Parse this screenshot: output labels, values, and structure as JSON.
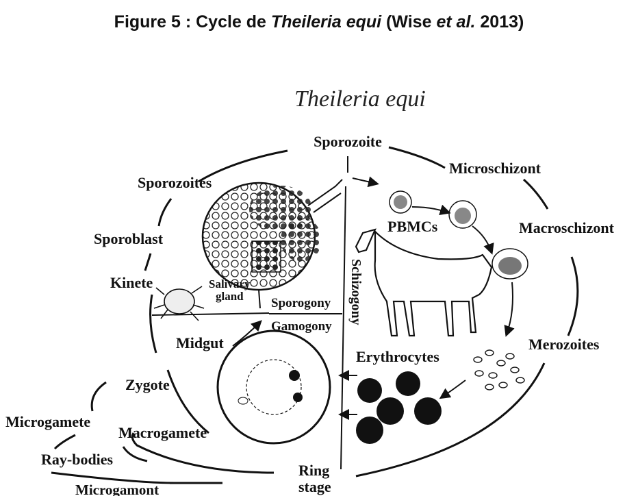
{
  "caption": {
    "prefix": "Figure 5 : Cycle de ",
    "species": "Theileria equi",
    "authors": " (Wise ",
    "etal": "et al.",
    "year": " 2013)"
  },
  "diagram": {
    "title": "Theileria equi",
    "labels": {
      "sporozoite": "Sporozoite",
      "microschizont": "Microschizont",
      "macroschizont": "Macroschizont",
      "pbmcs": "PBMCs",
      "schizogony": "Schizogony",
      "merozoites": "Merozoites",
      "erythrocytes": "Erythrocytes",
      "sporozoites": "Sporozoites",
      "sporoblast": "Sporoblast",
      "kinete": "Kinete",
      "salivary": "Salivary",
      "gland": "gland",
      "sporogony": "Sporogony",
      "gamogony": "Gamogony",
      "midgut": "Midgut",
      "zygote": "Zygote",
      "microgamete": "Microgamete",
      "macrogamete": "Macrogamete",
      "ray_bodies": "Ray-bodies",
      "microgamont": "Microgamont",
      "ring": "Ring",
      "stage": "stage"
    }
  }
}
